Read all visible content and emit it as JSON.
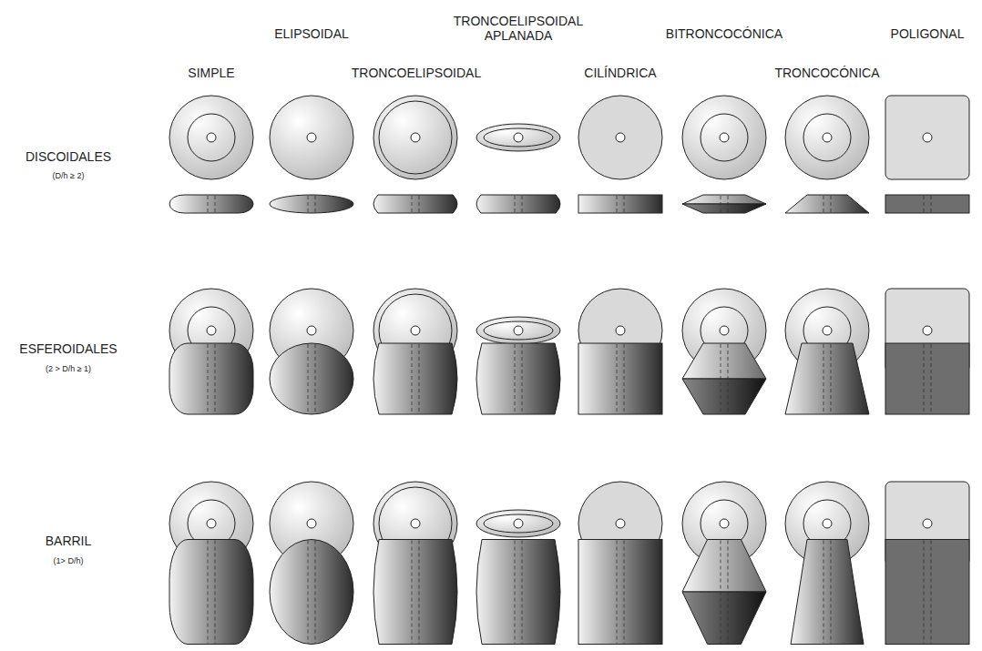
{
  "diagram": {
    "labels": [
      "ELIPSOIDAL",
      "TRONCOELIPSOIDAL APLANADA",
      "BITRONCOCÓNICA",
      "POLIGONAL",
      "SIMPLE",
      "TRONCOELIPSOIDAL",
      "CILÍNDRICA",
      "TRONCOCÓNICA",
      "DISCOIDALES",
      "(D/h ≥ 2)",
      "ESFEROIDALES",
      "(2 > D/h ≥ 1)",
      "BARRIL",
      "(1> D/h)"
    ]
  }
}
